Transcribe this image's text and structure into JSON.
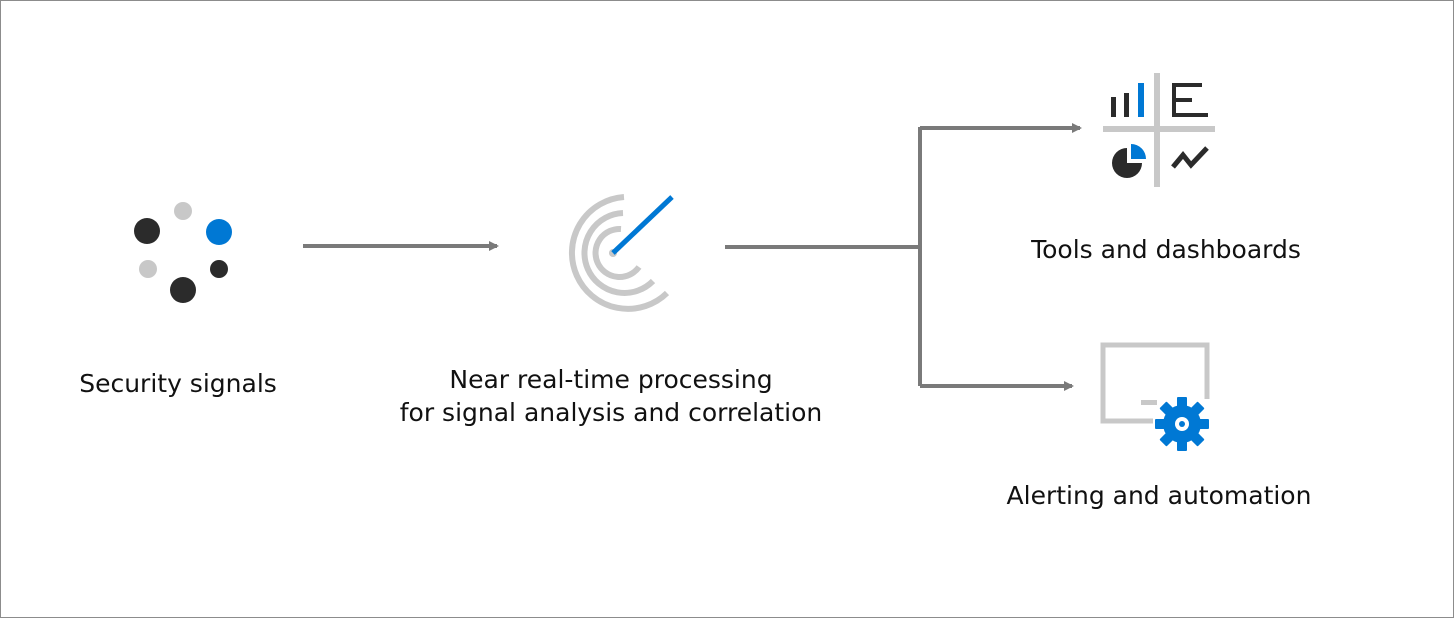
{
  "nodes": {
    "signals": {
      "label": "Security signals",
      "icon": "security-signals-icon"
    },
    "processing": {
      "label_line1": "Near real-time processing",
      "label_line2": "for signal analysis and correlation",
      "icon": "target-radar-icon"
    },
    "tools": {
      "label": "Tools and dashboards",
      "icon": "dashboard-grid-icon"
    },
    "alerting": {
      "label": "Alerting and automation",
      "icon": "monitor-gear-icon"
    }
  },
  "colors": {
    "accent": "#0078d4",
    "dark": "#2b2b2b",
    "light_gray": "#c8c8c8",
    "arrow": "#7a7a7a",
    "border": "#8c8c8c",
    "text": "#111111"
  }
}
